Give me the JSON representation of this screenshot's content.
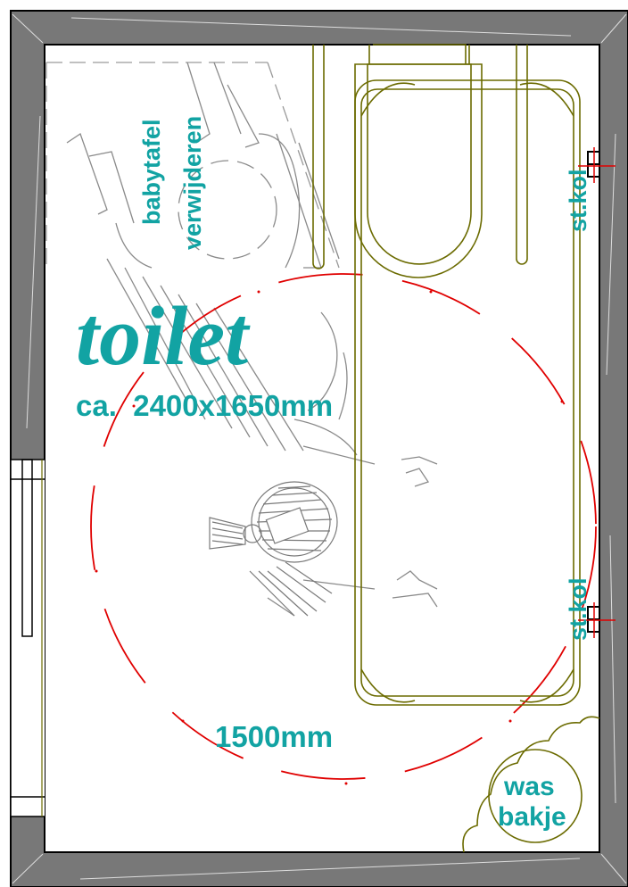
{
  "room": {
    "title": "toilet",
    "dimensions": "ca.  2400x1650mm"
  },
  "labels": {
    "babytafel": "babytafel",
    "verwijderen": "verwijderen",
    "column_top": "st.kol",
    "column_bottom": "st.kol",
    "turning_circle": "1500mm",
    "basin_line1": "was",
    "basin_line2": "bakje"
  },
  "colors": {
    "wall_fill": "#787878",
    "outline": "#000000",
    "fixture": "#6b6b00",
    "circle": "#e00000",
    "text": "#12a3a3",
    "sketch": "#8a8a8a"
  }
}
